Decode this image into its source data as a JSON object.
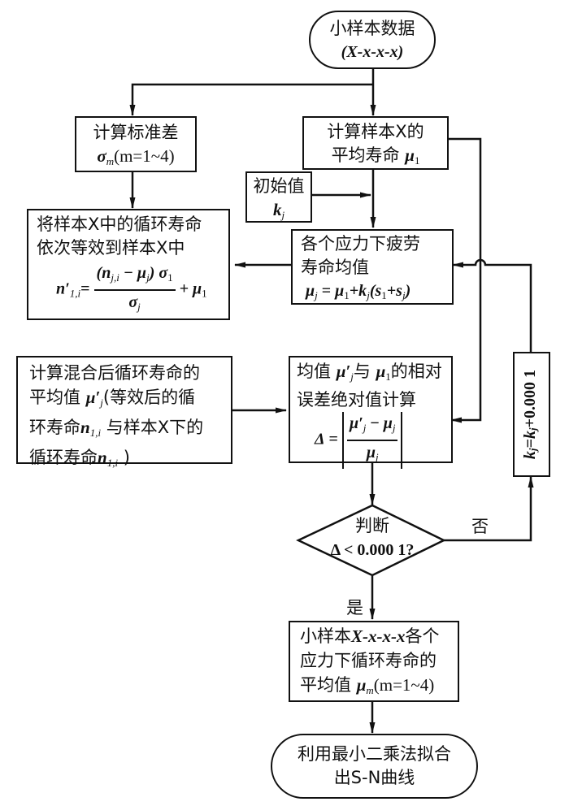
{
  "diagram": {
    "type": "flowchart",
    "nodes": {
      "start": {
        "line1": "小样本数据",
        "line2": "(X-x-x-x)"
      },
      "std_dev": {
        "line1": "计算标准差",
        "sym": "σ",
        "sym_sub": "m",
        "range": "(m=1~4)"
      },
      "mean_x": {
        "line1": "计算样本X的",
        "line2": "平均寿命 ",
        "sym": "μ",
        "sym_sub": "1"
      },
      "init_k": {
        "line1": "初始值",
        "sym": "k",
        "sym_sub": "j"
      },
      "fatigue_mean": {
        "line1": "各个应力下疲劳",
        "line2": "寿命均值",
        "formula_lhs": "μ",
        "formula_lhs_sub": "j",
        "formula_eq": " = ",
        "formula_rhs_a": "μ",
        "formula_rhs_a_sub": "1",
        "formula_rhs_b": "+k",
        "formula_rhs_b_sub": "j",
        "formula_rhs_c": "(s",
        "formula_rhs_c_sub": "1",
        "formula_rhs_d": "+s",
        "formula_rhs_d_sub": "j",
        "formula_rhs_e": ")"
      },
      "equivalent": {
        "line1": "将样本X中的循环寿命",
        "line2": "依次等效到样本X中",
        "lhs": "n′",
        "lhs_sub": "1,i",
        "eq": "=",
        "num": "(n",
        "num_sub": "j,i",
        "num_mid": " − μ",
        "num_mid_sub": "j",
        "num_end": ") σ",
        "num_end_sub": "1",
        "den": "σ",
        "den_sub": "j",
        "tail": " + μ",
        "tail_sub": "1"
      },
      "mixed_mean": {
        "line1": "计算混合后循环寿命的",
        "line2a": "平均值 ",
        "line2_sym": "μ′",
        "line2_sub": "j",
        "line2b": "(等效后的循",
        "line3a": "环寿命",
        "line3_sym": "n",
        "line3_sub": "1,i",
        "line3b": " 与样本X下的",
        "line4a": "循环寿命",
        "line4_sym": "n",
        "line4_sub": "1,i",
        "line4b": " )"
      },
      "rel_error": {
        "line1a": "均值 ",
        "line1_sym1": "μ′",
        "line1_sub1": "j",
        "line1b": "与 ",
        "line1_sym2": "μ",
        "line1_sub2": "1",
        "line1c": "的相对",
        "line2": "误差绝对值计算",
        "delta": "Δ",
        "eq": " = ",
        "num_a": "μ′",
        "num_a_sub": "j",
        "num_op": " − ",
        "num_b": "μ",
        "num_b_sub": "j",
        "den": "μ",
        "den_sub": "j"
      },
      "decision": {
        "line1": "判断",
        "line2": "Δ < 0.000 1?"
      },
      "increment_k": {
        "text_a": "k",
        "text_a_sub": "j",
        "text_b": "=k",
        "text_b_sub": "j",
        "text_c": "+0.000 1"
      },
      "sample_means": {
        "line1a": "小样本",
        "line1_x": "X-x-x-x",
        "line1b": "各个",
        "line2": "应力下循环寿命的",
        "line3a": "平均值 ",
        "line3_sym": "μ",
        "line3_sub": "m",
        "line3b": "(m=1~4)"
      },
      "end": {
        "line1": "利用最小二乘法拟合",
        "line2": "出S-N曲线"
      }
    },
    "edge_labels": {
      "no": "否",
      "yes": "是"
    },
    "edges": [
      {
        "from": "start",
        "to": "std_dev"
      },
      {
        "from": "start",
        "to": "mean_x"
      },
      {
        "from": "std_dev",
        "to": "equivalent"
      },
      {
        "from": "mean_x",
        "to": "fatigue_mean"
      },
      {
        "from": "init_k",
        "to": "fatigue_mean"
      },
      {
        "from": "mean_x",
        "to": "rel_error"
      },
      {
        "from": "fatigue_mean",
        "to": "equivalent"
      },
      {
        "from": "mixed_mean",
        "to": "rel_error"
      },
      {
        "from": "rel_error",
        "to": "decision"
      },
      {
        "from": "decision",
        "to": "increment_k",
        "label": "否"
      },
      {
        "from": "increment_k",
        "to": "fatigue_mean"
      },
      {
        "from": "decision",
        "to": "sample_means",
        "label": "是"
      },
      {
        "from": "sample_means",
        "to": "end"
      }
    ],
    "colors": {
      "stroke": "#111111",
      "background": "#ffffff"
    }
  }
}
